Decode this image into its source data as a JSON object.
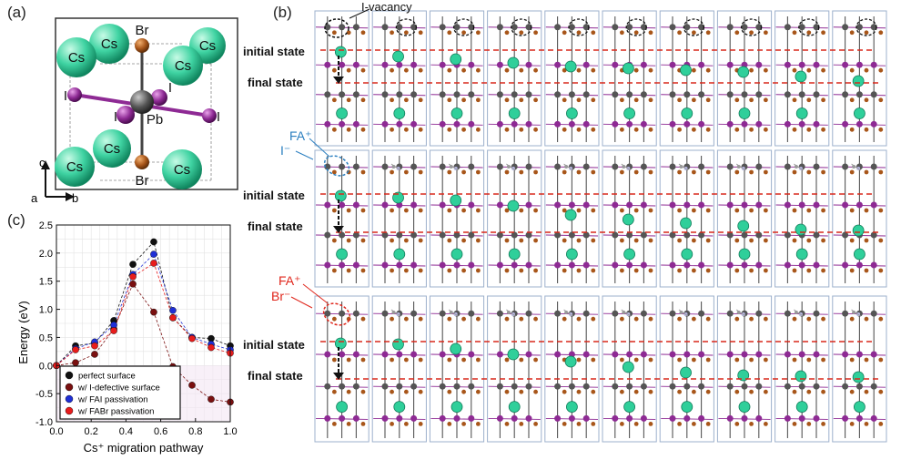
{
  "panel_a": {
    "label": "(a)",
    "atoms": {
      "cs": "Cs",
      "br": "Br",
      "pb": "Pb",
      "i": "I"
    },
    "axes": {
      "c": "c",
      "a": "a",
      "b": "b"
    }
  },
  "panel_b": {
    "label": "(b)",
    "rows": [
      {
        "annotation": "I-vacancy",
        "initial": "initial state",
        "final": "final state",
        "cs_y": [
          57,
          62,
          65,
          69,
          73,
          75,
          77,
          79,
          84,
          89
        ]
      },
      {
        "annotation_fa": "FA⁺",
        "annotation_ion": "I⁻",
        "annotation_color": "#2b7fc0",
        "initial": "initial state",
        "final": "final state",
        "cs_y": [
          215,
          217,
          220,
          226,
          236,
          241,
          245,
          248,
          252,
          253
        ]
      },
      {
        "annotation_fa": "FA⁺",
        "annotation_ion": "Br⁻",
        "annotation_color": "#e0261b",
        "initial": "initial state",
        "final": "final state",
        "cs_y": [
          377,
          378,
          383,
          389,
          397,
          403,
          409,
          412,
          413,
          414
        ]
      }
    ]
  },
  "panel_c": {
    "label": "(c)"
  },
  "chart_data": {
    "type": "scatter",
    "xlabel": "Cs⁺ migration pathway",
    "ylabel": "Energy (eV)",
    "xlim": [
      0.0,
      1.0
    ],
    "ylim": [
      -1.0,
      2.5
    ],
    "xticks": [
      "0.0",
      "0.2",
      "0.4",
      "0.6",
      "0.8",
      "1.0"
    ],
    "yticks": [
      "-1.0",
      "-0.5",
      "0.0",
      "0.5",
      "1.0",
      "1.5",
      "2.0",
      "2.5"
    ],
    "legend_position": "bottom-right",
    "series": [
      {
        "name": "perfect surface",
        "color": "#111111",
        "x": [
          0.0,
          0.11,
          0.22,
          0.33,
          0.44,
          0.56,
          0.67,
          0.78,
          0.89,
          1.0
        ],
        "y": [
          0.0,
          0.35,
          0.4,
          0.8,
          1.8,
          2.2,
          0.85,
          0.5,
          0.48,
          0.35
        ]
      },
      {
        "name": "w/ I-defective surface",
        "color": "#7a1010",
        "x": [
          0.0,
          0.11,
          0.22,
          0.33,
          0.44,
          0.56,
          0.67,
          0.78,
          0.89,
          1.0
        ],
        "y": [
          0.0,
          0.05,
          0.2,
          0.65,
          1.45,
          0.95,
          -0.02,
          -0.35,
          -0.6,
          -0.65
        ]
      },
      {
        "name": "w/ FAI passivation",
        "color": "#1f2fd6",
        "x": [
          0.0,
          0.11,
          0.22,
          0.33,
          0.44,
          0.56,
          0.67,
          0.78,
          0.89,
          1.0
        ],
        "y": [
          0.0,
          0.3,
          0.42,
          0.72,
          1.62,
          1.98,
          0.98,
          0.5,
          0.38,
          0.28
        ]
      },
      {
        "name": "w/ FABr passivation",
        "color": "#e81c1c",
        "x": [
          0.0,
          0.11,
          0.22,
          0.33,
          0.44,
          0.56,
          0.67,
          0.78,
          0.89,
          1.0
        ],
        "y": [
          0.0,
          0.28,
          0.35,
          0.62,
          1.58,
          1.82,
          0.85,
          0.48,
          0.32,
          0.22
        ]
      }
    ]
  }
}
